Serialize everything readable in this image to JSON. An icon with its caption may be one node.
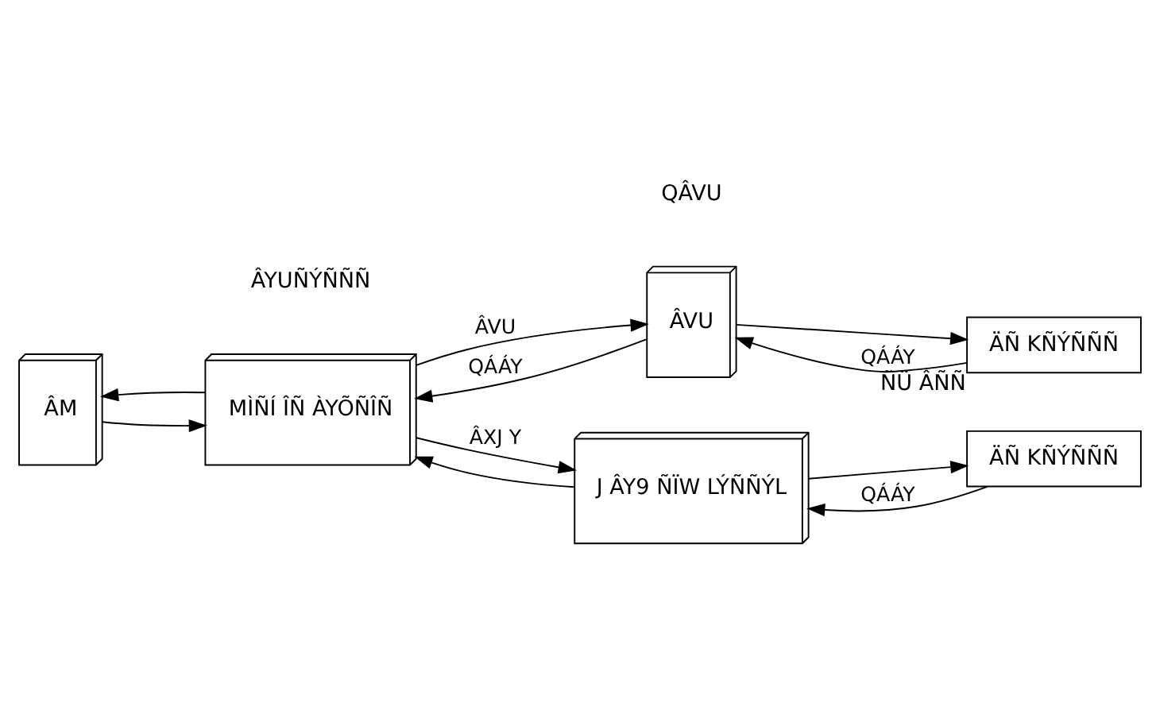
{
  "diagram": {
    "nodes": [
      {
        "text": [
          "ÂM"
        ]
      },
      {
        "text": [
          "MÌÑÍ ÎÑ ÀYÕÑÎÑ"
        ]
      },
      {
        "text": [
          "ÂVU"
        ]
      },
      {
        "text": [
          "ÄÑ KÑÝÑÑÑ"
        ],
        "beside": [
          "ÑÜ ÂÑÑ"
        ]
      },
      {
        "text": [
          "J ÂY9 ÑÏW LÝÑÑÝL"
        ]
      },
      {
        "text": [
          "ÄÑ KÑÝÑÑÑ"
        ]
      }
    ],
    "edges": [
      {
        "from": 0,
        "to": 1,
        "arrow": "to"
      },
      {
        "from": 1,
        "to": 0,
        "arrow": "to"
      },
      {
        "from": 1,
        "to": 2,
        "arrow": "to",
        "label": "ÂVU"
      },
      {
        "from": 2,
        "to": 1,
        "arrow": "to",
        "label": "QÁÁY"
      },
      {
        "from": 2,
        "to": 3,
        "arrow": "to"
      },
      {
        "from": 3,
        "to": 2,
        "arrow": "to",
        "label": "QÁÁY"
      },
      {
        "from": 1,
        "to": 4,
        "arrow": "to",
        "label": "ÂXJ Y"
      },
      {
        "from": 4,
        "to": 1,
        "arrow": "to"
      },
      {
        "from": 4,
        "to": 5,
        "arrow": "to"
      },
      {
        "from": 5,
        "to": 4,
        "arrow": "to",
        "label": "QÁÁY"
      }
    ],
    "labels": [
      "ÂYUÑÝÑÑÑ",
      "QÂVU"
    ]
  }
}
